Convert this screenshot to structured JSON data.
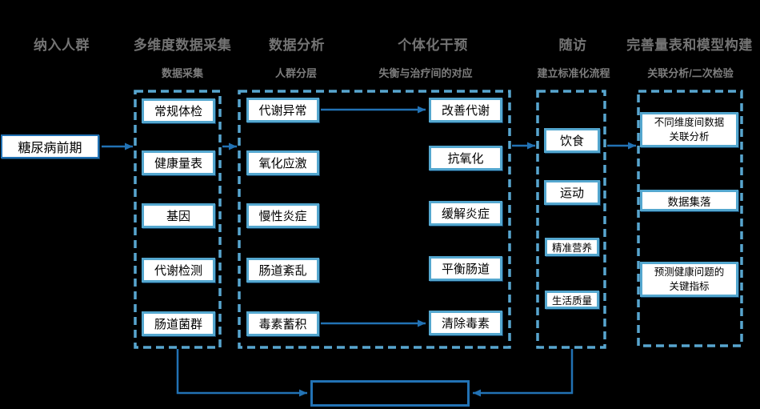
{
  "stages": [
    {
      "title": "纳入人群",
      "subtitle": ""
    },
    {
      "title": "多维度数据采集",
      "subtitle": "数据采集"
    },
    {
      "title": "数据分析",
      "subtitle": "人群分层"
    },
    {
      "title": "个体化干预",
      "subtitle": "失衡与治疗间的对应"
    },
    {
      "title": "随访",
      "subtitle": "建立标准化流程"
    },
    {
      "title": "完善量表和模型构建",
      "subtitle": "关联分析/二次检验"
    }
  ],
  "input_box": {
    "label": "糖尿病前期"
  },
  "columns": {
    "collection": {
      "items": [
        "常规体检",
        "健康量表",
        "基因",
        "代谢检测",
        "肠道菌群"
      ]
    },
    "analysis": {
      "items": [
        "代谢异常",
        "氧化应激",
        "慢性炎症",
        "肠道紊乱",
        "毒素蓄积"
      ]
    },
    "intervention": {
      "items": [
        "改善代谢",
        "抗氧化",
        "缓解炎症",
        "平衡肠道",
        "清除毒素"
      ]
    },
    "followup": {
      "items": [
        "饮食",
        "运动",
        "精准营养",
        "生活质量"
      ]
    },
    "model": {
      "items": [
        "不同维度间数据\n关联分析",
        "数据集落",
        "预测健康问题的\n关键指标"
      ]
    }
  },
  "bottom_box": {
    "label": ""
  },
  "colors": {
    "background": "#000000",
    "header_text": "#737373",
    "subtitle_text": "#7d7d7d",
    "dashed_border": "#58A6CF",
    "node_border": "#54A7CF",
    "accent_border": "#2272B4",
    "arrow": "#2272B4",
    "node_fill": "#ffffff",
    "node_text": "#000000"
  }
}
